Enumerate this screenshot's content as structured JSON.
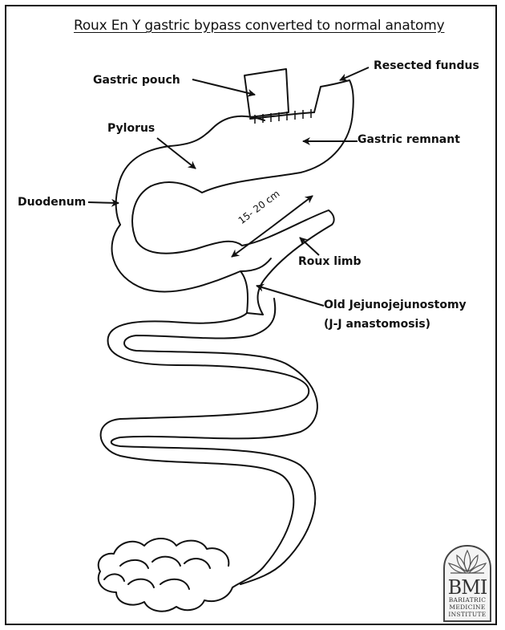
{
  "title": "Roux En Y gastric bypass converted to normal anatomy",
  "labels": {
    "gastric_pouch": "Gastric pouch",
    "resected_fundus": "Resected fundus",
    "pylorus": "Pylorus",
    "gastric_remnant": "Gastric remnant",
    "duodenum": "Duodenum",
    "length": "15- 20 cm",
    "roux_limb": "Roux limb",
    "old_jj_line1": "Old Jejunojejunostomy",
    "old_jj_line2": "(J-J anastomosis)"
  },
  "logo": {
    "initials": "BMI",
    "line1": "BARIATRIC",
    "line2": "MEDICINE",
    "line3": "INSTITUTE"
  }
}
